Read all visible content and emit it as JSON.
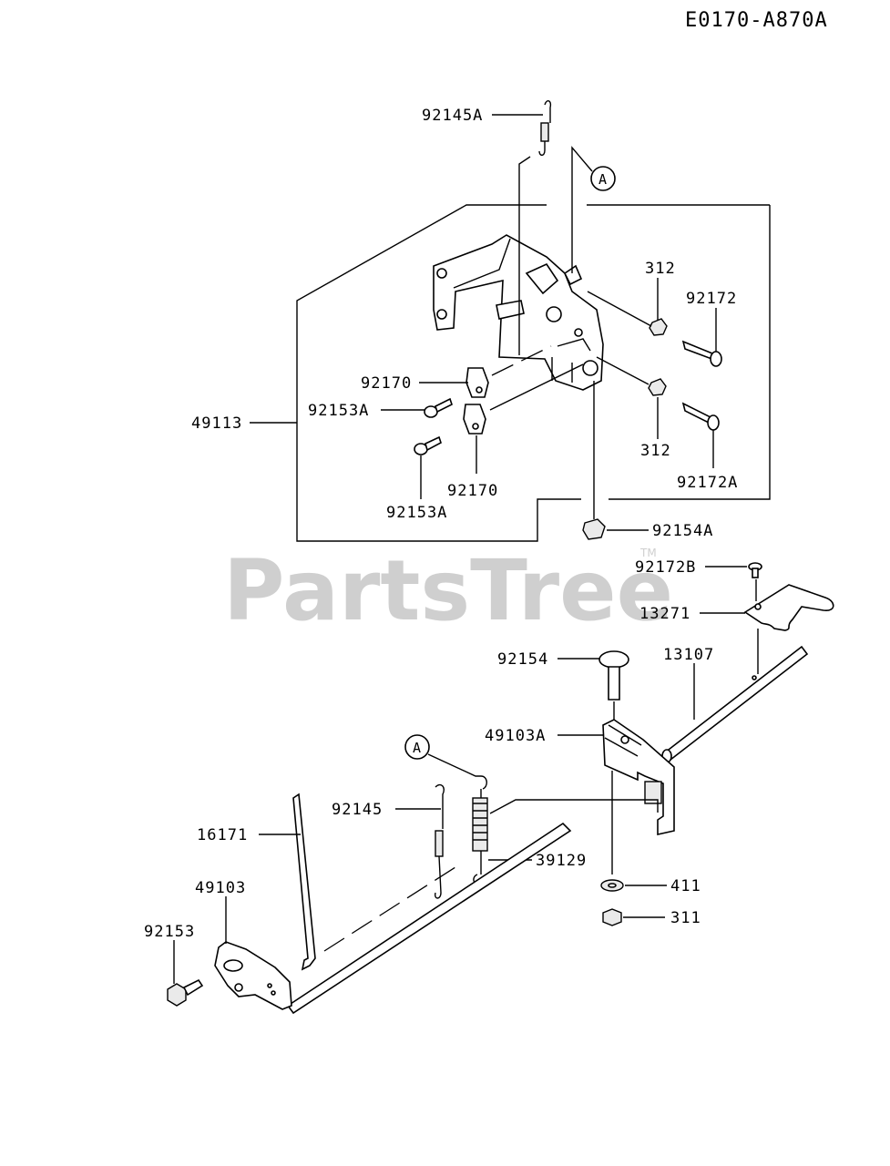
{
  "diagram_code": "E0170-A870A",
  "watermark": {
    "text": "PartsTree",
    "tm": "TM"
  },
  "callout_ref": "A",
  "labels": {
    "p92145A": "92145A",
    "p312_top": "312",
    "p92172": "92172",
    "p92170_top": "92170",
    "p92153A_top": "92153A",
    "p49113": "49113",
    "p312_bot": "312",
    "p92172A": "92172A",
    "p92170_bot": "92170",
    "p92153A_bot": "92153A",
    "p92154A": "92154A",
    "p92172B": "92172B",
    "p13271": "13271",
    "p13107": "13107",
    "p92154": "92154",
    "p49103A": "49103A",
    "p92145": "92145",
    "p16171": "16171",
    "p39129": "39129",
    "p49103": "49103",
    "p411": "411",
    "p311": "311",
    "p92153": "92153"
  }
}
